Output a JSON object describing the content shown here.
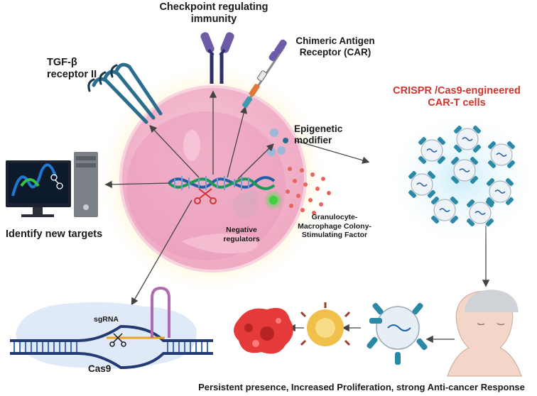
{
  "labels": {
    "checkpoint": "Checkpoint regulating immunity",
    "car": "Chimeric Antigen Receptor (CAR)",
    "tgf": "TGF-β receptor II",
    "crispr": "CRISPR /Cas9-engineered CAR-T cells",
    "epigenetic": "Epigenetic modifier",
    "identify": "Identify new targets",
    "negative": "Negative regulators",
    "gmcsf": "Granulocyte-Macrophage Colony-Stimulating Factor",
    "sgrna": "sgRNA",
    "cas9": "Cas9",
    "bottom": "Persistent presence, Increased Proliferation, strong Anti-cancer Response"
  },
  "colors": {
    "crispr_text": "#d2332c",
    "cell_fill": "#f2b6cc",
    "nucleus_fill": "#e88fb0",
    "glow": "#fde7a8",
    "dna_blue": "#1f5fa8",
    "dna_green": "#1a9a54",
    "receptor_blue": "#2a6d8e",
    "checkpoint_purple": "#6d5ba8",
    "cart_halo": "#b8e6f4",
    "tumor_red": "#e43a3a",
    "dying_yellow": "#f0c04a",
    "cas9_blob": "#dfe9f7",
    "sgrna_purple": "#b06bb0"
  },
  "icons": [
    "computer-icon",
    "scissors-icon",
    "head-icon",
    "dna-icon",
    "cell-icon"
  ]
}
